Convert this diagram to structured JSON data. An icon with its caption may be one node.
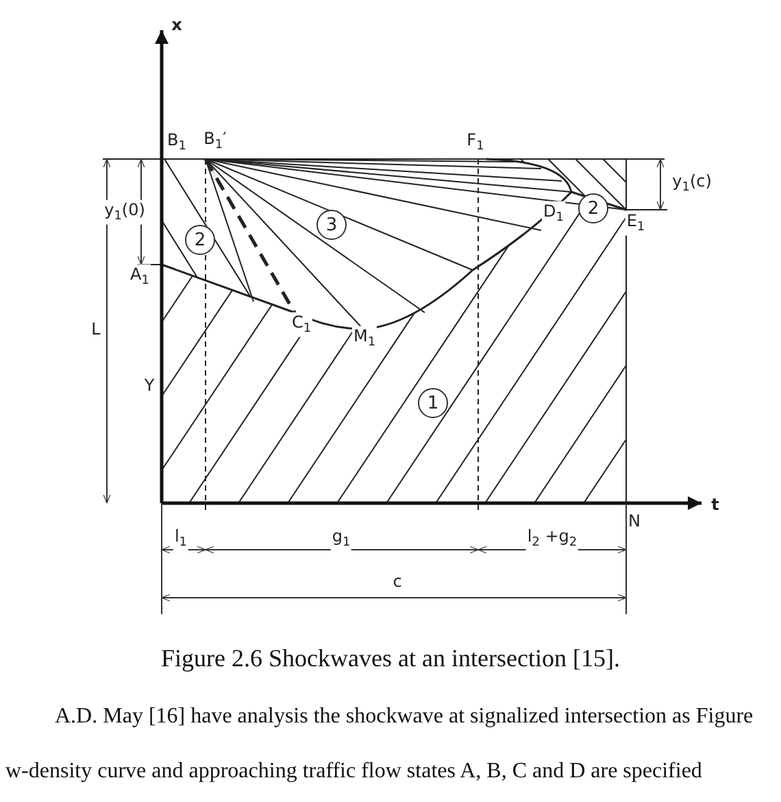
{
  "diagram": {
    "caption": "Figure 2.6 Shockwaves at an intersection [15].",
    "nodes": [
      {
        "text": [
          "2"
        ]
      },
      {
        "text": [
          "3"
        ]
      },
      {
        "text": [
          "2"
        ]
      },
      {
        "text": [
          "1"
        ]
      }
    ],
    "edges": [],
    "labels": [
      "x",
      "t",
      "B$_{1}$",
      "B$_{1}$′",
      "F$_{1}$",
      "y$_{1}$(c)",
      "D$_{1}$",
      "E$_{1}$",
      "y$_{1}$(0)",
      "A$_{1}$",
      "L",
      "C$_{1}$",
      "M$_{1}$",
      "Y",
      "N",
      "l$_{1}$",
      "g$_{1}$",
      "l$_{2}$ +g$_{2}$",
      "c",
      "A.D. May [16] have analysis the shockwave at signalized intersection as Figure",
      "w-density curve and approaching traffic flow states A, B, C and D are specified"
    ]
  }
}
